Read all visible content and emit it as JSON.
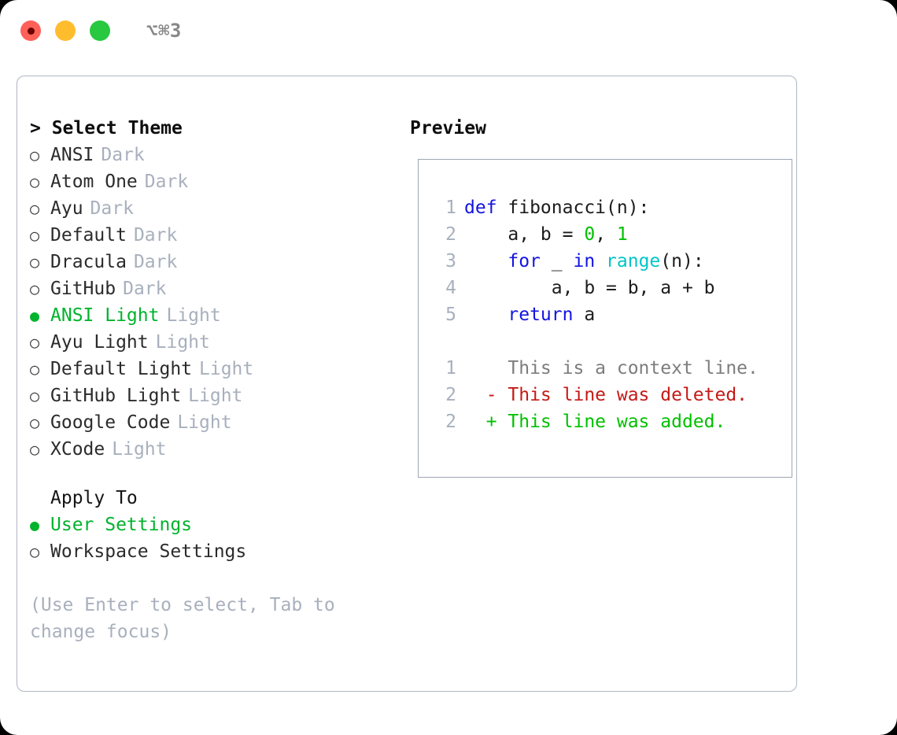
{
  "titlebar": {
    "shortcut": "⌥⌘3",
    "buttons": [
      {
        "name": "close",
        "color": "#ff6058"
      },
      {
        "name": "minimize",
        "color": "#ffbd2e"
      },
      {
        "name": "maximize",
        "color": "#28c840"
      }
    ]
  },
  "theme_picker": {
    "heading": "> Select Theme",
    "bullet_selected": "●",
    "bullet_unselected": "○",
    "items": [
      {
        "label": "ANSI",
        "variant": "Dark",
        "selected": false
      },
      {
        "label": "Atom One",
        "variant": "Dark",
        "selected": false
      },
      {
        "label": "Ayu",
        "variant": "Dark",
        "selected": false
      },
      {
        "label": "Default",
        "variant": "Dark",
        "selected": false
      },
      {
        "label": "Dracula",
        "variant": "Dark",
        "selected": false
      },
      {
        "label": "GitHub",
        "variant": "Dark",
        "selected": false
      },
      {
        "label": "ANSI Light",
        "variant": "Light",
        "selected": true
      },
      {
        "label": "Ayu Light",
        "variant": "Light",
        "selected": false
      },
      {
        "label": "Default Light",
        "variant": "Light",
        "selected": false
      },
      {
        "label": "GitHub Light",
        "variant": "Light",
        "selected": false
      },
      {
        "label": "Google Code",
        "variant": "Light",
        "selected": false
      },
      {
        "label": "XCode",
        "variant": "Light",
        "selected": false
      }
    ]
  },
  "apply_to": {
    "heading": "Apply To",
    "items": [
      {
        "label": "User Settings",
        "selected": true
      },
      {
        "label": "Workspace Settings",
        "selected": false
      }
    ]
  },
  "hint": "(Use Enter to select, Tab to change focus)",
  "preview": {
    "heading": "Preview",
    "code_lines": [
      {
        "num": "1",
        "tokens": [
          {
            "text": "def ",
            "style": "kw"
          },
          {
            "text": "fibonacci(n):",
            "style": "fn"
          }
        ]
      },
      {
        "num": "2",
        "tokens": [
          {
            "text": "    a, b = ",
            "style": "plain"
          },
          {
            "text": "0",
            "style": "num"
          },
          {
            "text": ", ",
            "style": "plain"
          },
          {
            "text": "1",
            "style": "num"
          }
        ]
      },
      {
        "num": "3",
        "tokens": [
          {
            "text": "    ",
            "style": "plain"
          },
          {
            "text": "for",
            "style": "kw"
          },
          {
            "text": " _ ",
            "style": "plain"
          },
          {
            "text": "in",
            "style": "kw"
          },
          {
            "text": " ",
            "style": "plain"
          },
          {
            "text": "range",
            "style": "call"
          },
          {
            "text": "(n):",
            "style": "plain"
          }
        ]
      },
      {
        "num": "4",
        "tokens": [
          {
            "text": "        a, b = b, a + b",
            "style": "plain"
          }
        ]
      },
      {
        "num": "5",
        "tokens": [
          {
            "text": "    ",
            "style": "plain"
          },
          {
            "text": "return",
            "style": "kw"
          },
          {
            "text": " a",
            "style": "plain"
          }
        ]
      }
    ],
    "diff_lines": [
      {
        "num": "1",
        "marker": "  ",
        "text": "This is a context line.",
        "kind": "context"
      },
      {
        "num": "2",
        "marker": "- ",
        "text": "This line was deleted.",
        "kind": "deleted"
      },
      {
        "num": "2",
        "marker": "+ ",
        "text": "This line was added.",
        "kind": "added"
      }
    ]
  },
  "colors": {
    "accent_green": "#00b32c",
    "muted": "#a8b0bd",
    "border": "#aeb7c2",
    "keyword": "#1414e0",
    "number": "#00c000",
    "call": "#00c5c7",
    "diff_delete": "#c41a16",
    "diff_add": "#00c000"
  }
}
